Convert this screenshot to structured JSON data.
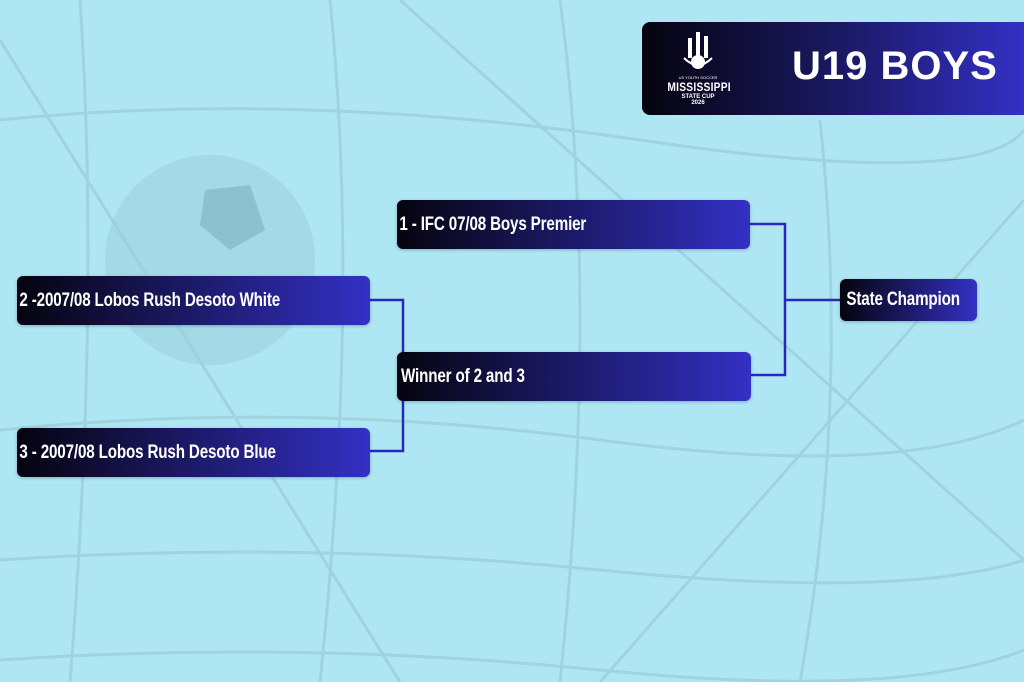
{
  "header": {
    "title": "U19 BOYS",
    "logo": {
      "line1": "US YOUTH SOCCER",
      "line2": "MISSISSIPPI",
      "line3": "STATE CUP",
      "line4": "2026"
    }
  },
  "bracket": {
    "round1": [
      {
        "label": "2 -2007/08 Lobos Rush Desoto White"
      },
      {
        "label": "3 - 2007/08 Lobos Rush Desoto Blue"
      }
    ],
    "round2": [
      {
        "label": "1 - IFC 07/08 Boys Premier"
      },
      {
        "label": "Winner of 2 and 3"
      }
    ],
    "final": {
      "label": "State Champion"
    }
  },
  "colors": {
    "background": "#aee6f3",
    "box_dark": "#05040f",
    "box_accent": "#3330c4",
    "connector": "#2a28b8"
  }
}
